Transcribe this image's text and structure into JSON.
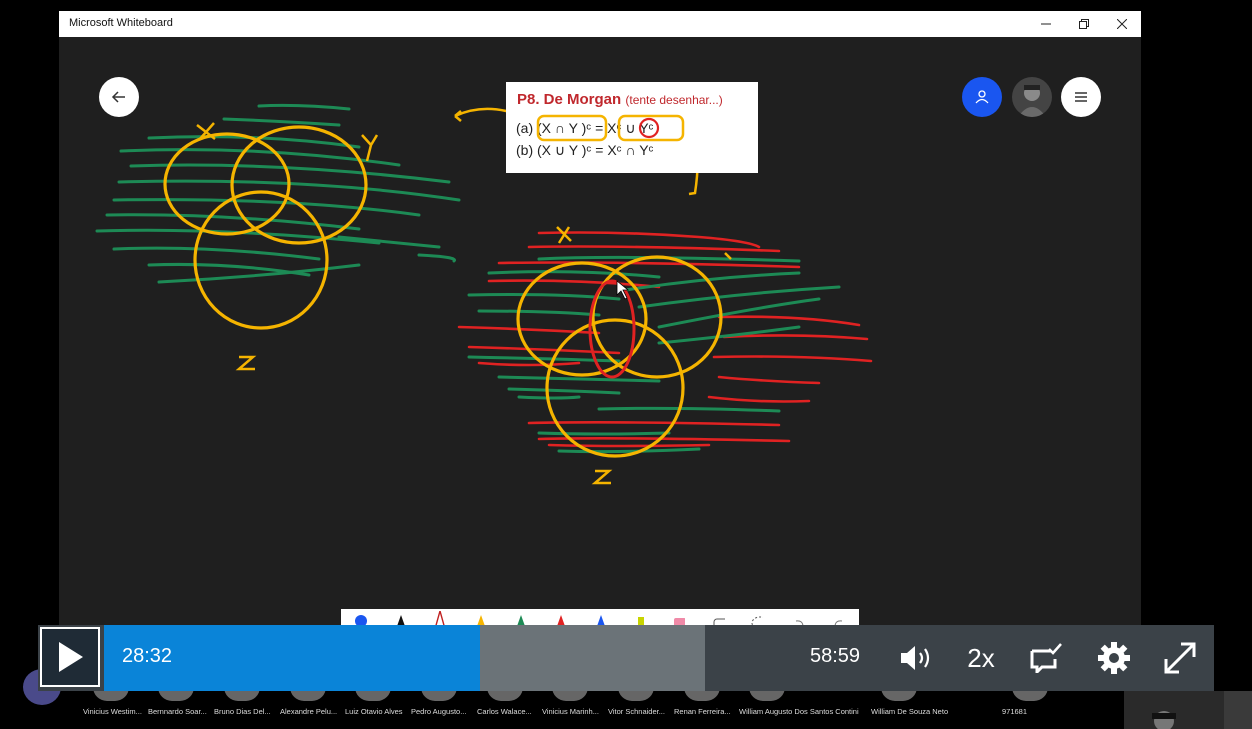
{
  "window": {
    "title": "Microsoft Whiteboard"
  },
  "slide": {
    "title": "P8. De Morgan",
    "subtitle": "(tente desenhar...)",
    "line_a": "(a) (X ∩ Y )ᶜ = Xᶜ ∪ Yᶜ",
    "line_b": "(b) (X ∪ Y )ᶜ = Xᶜ ∩ Yᶜ"
  },
  "sketch_labels": {
    "x": "X",
    "y": "Y",
    "z": "Z"
  },
  "player": {
    "current_time": "28:32",
    "duration": "58:59",
    "speed": "2x",
    "progress": 0.484,
    "buffered": 0.773
  },
  "participants": [
    "Vinicius Westim...",
    "Bernnardo Soar...",
    "Bruno Dias Del...",
    "Alexandre Pelu...",
    "Luiz Otavio Alves",
    "Pedro Augusto...",
    "Carlos Walace...",
    "Vinicius Marinh...",
    "Vitor Schnaider...",
    "Renan Ferreira...",
    "William Augusto Dos Santos Contini",
    "William De Souza Neto",
    "971681"
  ],
  "colors": {
    "accent": "#0a84d8",
    "user_button": "#1a56f0",
    "drawing_yellow": "#f5b400",
    "drawing_green": "#1d8a55",
    "drawing_red": "#e02222"
  }
}
